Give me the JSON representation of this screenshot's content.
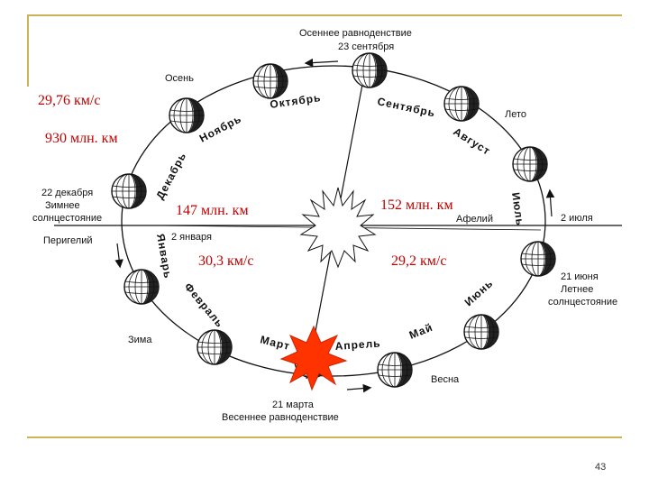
{
  "labels": {
    "autumn_equinox": "Осеннее равноденствие",
    "autumn_equinox_date": "23 сентября",
    "autumn": "Осень",
    "summer": "Лето",
    "winter": "Зима",
    "spring": "Весна",
    "dec22": "22 декабря",
    "winter_solstice_1": "Зимнее",
    "winter_solstice_2": "солнцестояние",
    "perihelion": "Перигелий",
    "jan2": "2 января",
    "aphelion": "Афелий",
    "jul2": "2 июля",
    "jun21": "21 июня",
    "summer_solstice_1": "Летнее",
    "summer_solstice_2": "солнцестояние",
    "mar21": "21 марта",
    "spring_equinox": "Весеннее равноденствие"
  },
  "months": {
    "oct": "Октябрь",
    "nov": "Ноябрь",
    "dec": "Декабрь",
    "jan": "Январь",
    "feb": "Февраль",
    "mar": "Март",
    "apr": "Апрель",
    "may": "Май",
    "jun": "Июнь",
    "jul": "Июль",
    "aug": "Август",
    "sep": "Сентябрь"
  },
  "annotations": {
    "speed_max": "29,76 км/с",
    "orbit_length": "930 млн. км",
    "perihelion_dist": "147 млн. км",
    "aphelion_dist": "152 млн. км",
    "perihelion_speed": "30,3 км/с",
    "aphelion_speed": "29,2 км/с"
  },
  "page_number": "43",
  "colors": {
    "accent_red": "#c00000",
    "frame": "#c9b458",
    "star_fill": "#ff3300"
  }
}
